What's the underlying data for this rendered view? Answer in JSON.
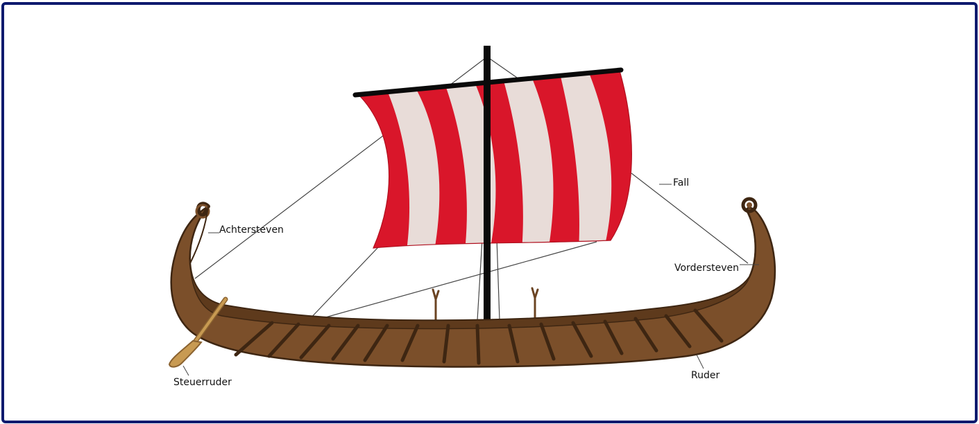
{
  "labels": {
    "achtersteven": "Achtersteven",
    "fall": "Fall",
    "vordersteven": "Vordersteven",
    "steuerruder": "Steuerruder",
    "ruder": "Ruder"
  },
  "colors": {
    "frame_border": "#0d1a6e",
    "hull": "#7b4f2a",
    "hull_outline": "#3e2612",
    "sail_red": "#d9162a",
    "sail_white": "#e8dcd8",
    "mast": "#0a0a0a",
    "rigging": "#444444",
    "steering_oar": "#c89a52"
  }
}
